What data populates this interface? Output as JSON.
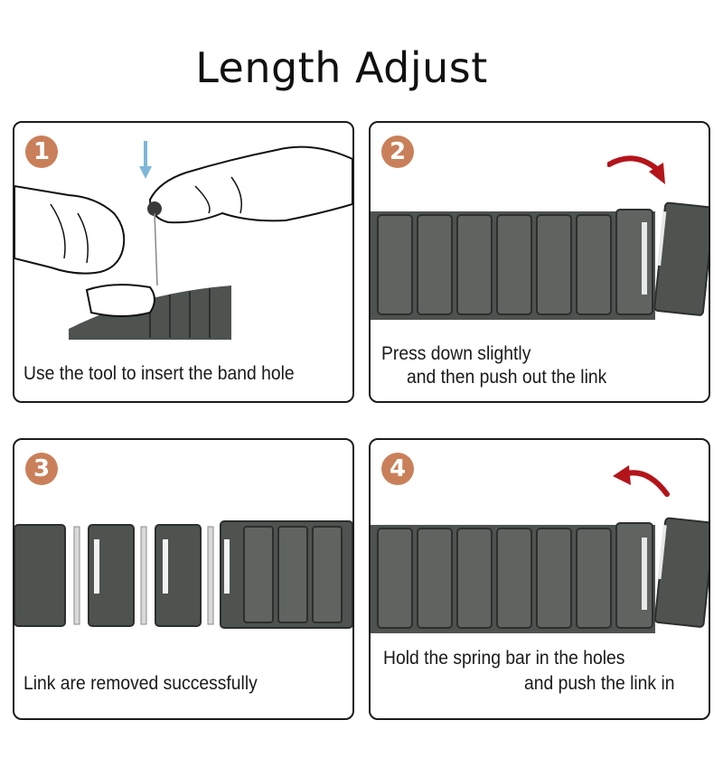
{
  "title": "Length Adjust",
  "steps": [
    {
      "number": "1",
      "caption_line1": "Use the tool to insert the band hole"
    },
    {
      "number": "2",
      "caption_line1": "Press down slightly",
      "caption_line2": "and then push out the link"
    },
    {
      "number": "3",
      "caption_line1": "Link are removed successfully"
    },
    {
      "number": "4",
      "caption_line1": "Hold the spring bar in the holes",
      "caption_line2": "and push the link in"
    }
  ],
  "colors": {
    "badge": "#c9805a",
    "band_metal": "#4e5350",
    "arrow_red": "#b3151b",
    "guide_arrow_blue": "#7fb6d8"
  }
}
